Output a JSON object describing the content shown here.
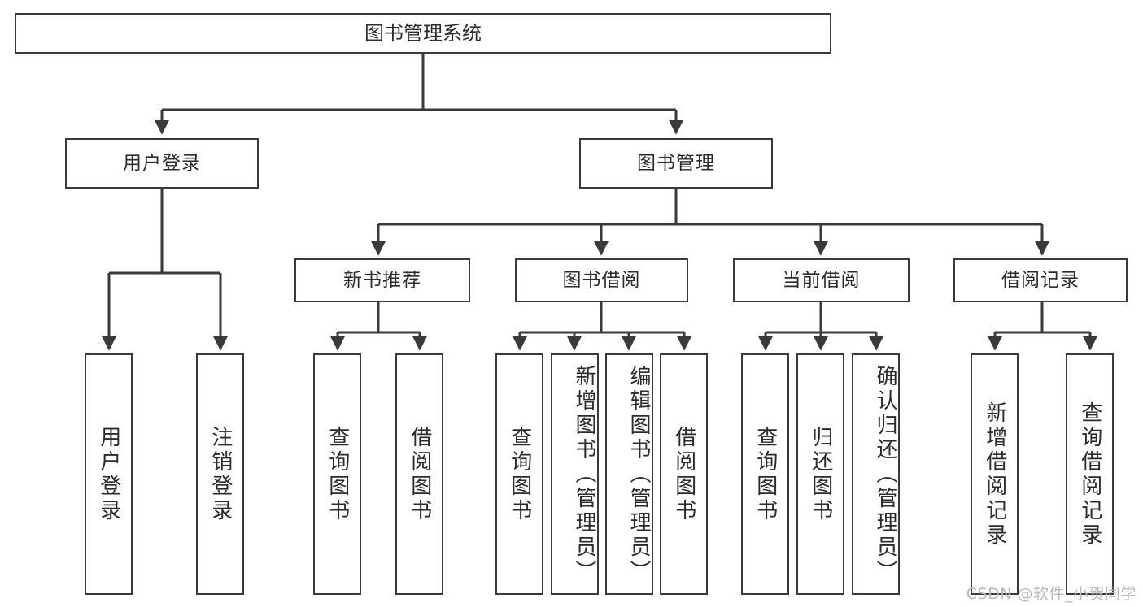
{
  "diagram": {
    "title": "图书管理系统",
    "type": "tree",
    "colors": {
      "box_border": "#3a3a3a",
      "box_fill": "#ffffff",
      "connector": "#3a3a3a",
      "text": "#2b2b2b",
      "watermark": "#b9b9b9",
      "background": "#ffffff"
    },
    "root": {
      "label": "图书管理系统"
    },
    "level2": [
      {
        "id": "user-login",
        "label": "用户登录"
      },
      {
        "id": "book-manage",
        "label": "图书管理"
      }
    ],
    "level3": [
      {
        "id": "new-book-recommend",
        "label": "新书推荐"
      },
      {
        "id": "book-borrow",
        "label": "图书借阅"
      },
      {
        "id": "current-borrow",
        "label": "当前借阅"
      },
      {
        "id": "borrow-record",
        "label": "借阅记录"
      }
    ],
    "leaves": [
      {
        "id": "leaf-user-login",
        "label": "用户登录",
        "parent": "user-login"
      },
      {
        "id": "leaf-logout-login",
        "label": "注销登录",
        "parent": "user-login"
      },
      {
        "id": "leaf-query-book-1",
        "label": "查询图书",
        "parent": "new-book-recommend"
      },
      {
        "id": "leaf-borrow-book-1",
        "label": "借阅图书",
        "parent": "new-book-recommend"
      },
      {
        "id": "leaf-query-book-2",
        "label": "查询图书",
        "parent": "book-borrow"
      },
      {
        "id": "leaf-add-book-admin",
        "label": "新增图书（管理员）",
        "parent": "book-borrow"
      },
      {
        "id": "leaf-edit-book-admin",
        "label": "编辑图书（管理员）",
        "parent": "book-borrow"
      },
      {
        "id": "leaf-borrow-book-2",
        "label": "借阅图书",
        "parent": "book-borrow"
      },
      {
        "id": "leaf-query-book-3",
        "label": "查询图书",
        "parent": "current-borrow"
      },
      {
        "id": "leaf-return-book",
        "label": "归还图书",
        "parent": "current-borrow"
      },
      {
        "id": "leaf-confirm-return-admin",
        "label": "确认归还（管理员）",
        "parent": "current-borrow"
      },
      {
        "id": "leaf-add-borrow-record",
        "label": "新增借阅记录",
        "parent": "borrow-record"
      },
      {
        "id": "leaf-query-borrow-record",
        "label": "查询借阅记录",
        "parent": "borrow-record"
      }
    ],
    "watermark": "CSDN @软件_小贺同学"
  }
}
